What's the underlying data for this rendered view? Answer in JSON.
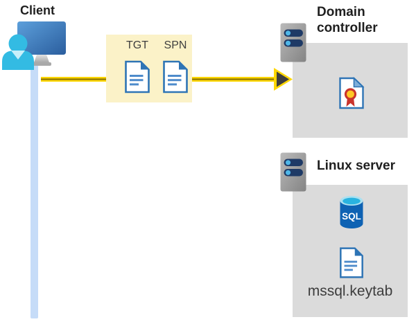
{
  "client": {
    "label": "Client"
  },
  "ticket_box": {
    "tgt_label": "TGT",
    "spn_label": "SPN"
  },
  "domain_controller": {
    "label": "Domain controller"
  },
  "linux_server": {
    "label": "Linux server",
    "database_label": "SQL",
    "keytab_label": "mssql.keytab"
  },
  "colors": {
    "panel_gray": "#DBDBDB",
    "highlight_yellow": "#FBF2C8",
    "arrow_yellow": "#FFD703",
    "arrow_stripe": "#8B7300",
    "arrowhead_dark": "#3E3E3E",
    "timeline_blue": "#C6DCF8",
    "document_blue": "#2E74B5",
    "document_lines_blue": "#4E8BCB",
    "server_slot_navy": "#1E3A66",
    "server_dot_cyan": "#4FB7E8",
    "person_cyan": "#33BBE3",
    "monitor_blue": "#3A76B8",
    "certificate_red": "#C9342C",
    "certificate_gold": "#FFC825",
    "sql_body_blue": "#0E62B3",
    "sql_top_cyan": "#29B3E0"
  }
}
